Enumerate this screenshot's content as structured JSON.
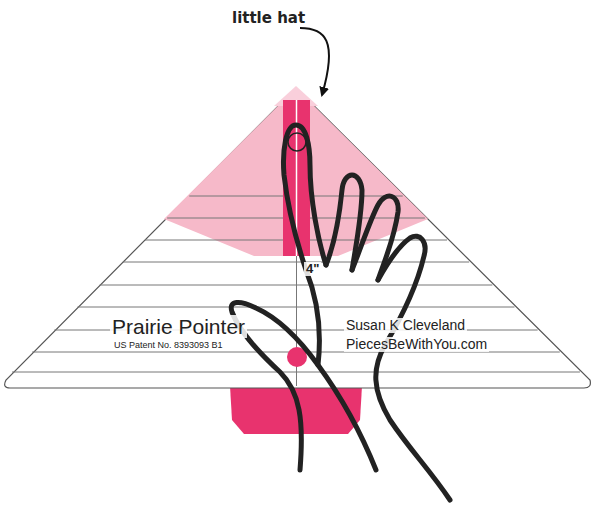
{
  "diagram": {
    "labels": [
      "little hat",
      "4\"",
      "Prairie Pointer",
      "US Patent No. 8393093 B1",
      "Susan K Cleveland",
      "PiecesBeWithYou.com"
    ]
  }
}
